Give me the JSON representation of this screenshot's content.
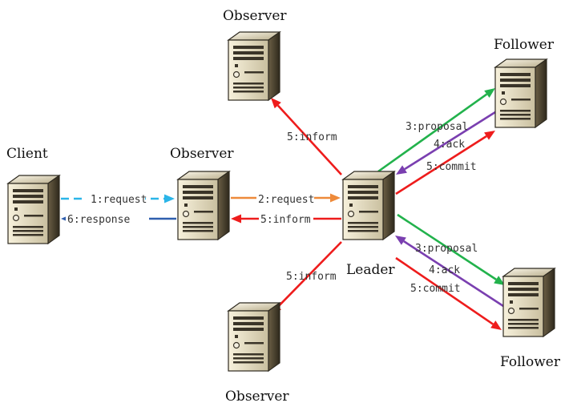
{
  "colors": {
    "request": "#2bb5e8",
    "response": "#2f5fae",
    "forward": "#ee8a3a",
    "inform": "#ee1c1c",
    "proposal": "#22b24c",
    "ack": "#7a3fb0",
    "commit": "#ee1c1c"
  },
  "nodes": {
    "client": {
      "label": "Client"
    },
    "observer_top": {
      "label": "Observer"
    },
    "observer_mid": {
      "label": "Observer"
    },
    "observer_bottom": {
      "label": "Observer"
    },
    "leader": {
      "label": "Leader"
    },
    "follower_top": {
      "label": "Follower"
    },
    "follower_bottom": {
      "label": "Follower"
    }
  },
  "edges": {
    "request": "1:request",
    "response": "6:response",
    "forward": "2:request",
    "inform_mid": "5:inform",
    "inform_top": "5:inform",
    "inform_bottom": "5:inform",
    "proposal_top": "3:proposal",
    "ack_top": "4:ack",
    "commit_top": "5:commit",
    "proposal_bottom": "3:proposal",
    "ack_bottom": "4:ack",
    "commit_bottom": "5:commit"
  }
}
